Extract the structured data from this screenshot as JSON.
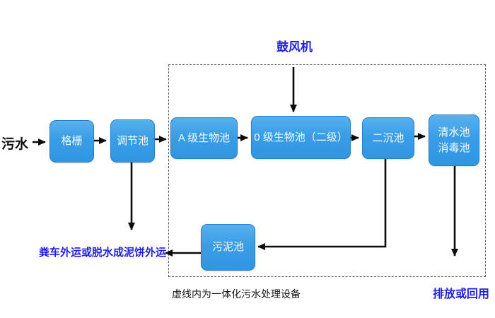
{
  "diagram": {
    "colors": {
      "node_fill": "#3a9de6",
      "node_border": "#2b7fc0",
      "accent_blue_text": "#1f1fe0",
      "black_text": "#111111",
      "arrow": "#0a0a0a"
    },
    "nodes": [
      {
        "id": "grid",
        "label": "格栅"
      },
      {
        "id": "regulating-tank",
        "label": "调节池"
      },
      {
        "id": "a-bio-tank",
        "label": "A 级生物池"
      },
      {
        "id": "o-bio-tank",
        "label": "0 级生物池（二级）"
      },
      {
        "id": "secondary-sed-tank",
        "label": "二沉池"
      },
      {
        "id": "clear-disinfect-tank",
        "label": "清水池\n消毒池"
      },
      {
        "id": "sludge-tank",
        "label": "污泥池"
      }
    ],
    "labels": {
      "influent": "污水",
      "blower": "鼓风机",
      "sludge_disposal": "粪车外运或脱水成泥饼外运",
      "discharge": "排放或回用",
      "dashed_box_note": "虚线内为一体化污水处理设备"
    }
  }
}
